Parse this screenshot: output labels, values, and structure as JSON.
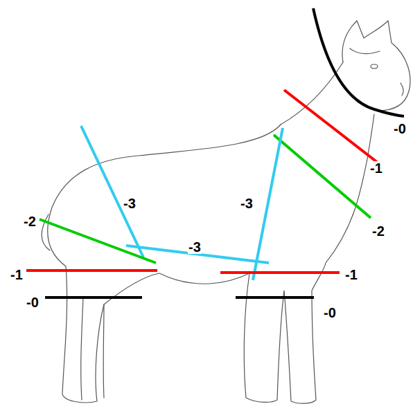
{
  "diagram": {
    "labels": [
      "-0",
      "-1",
      "-3",
      "-3",
      "-2",
      "-2",
      "-3",
      "-1",
      "-1",
      "-0",
      "-0"
    ]
  }
}
